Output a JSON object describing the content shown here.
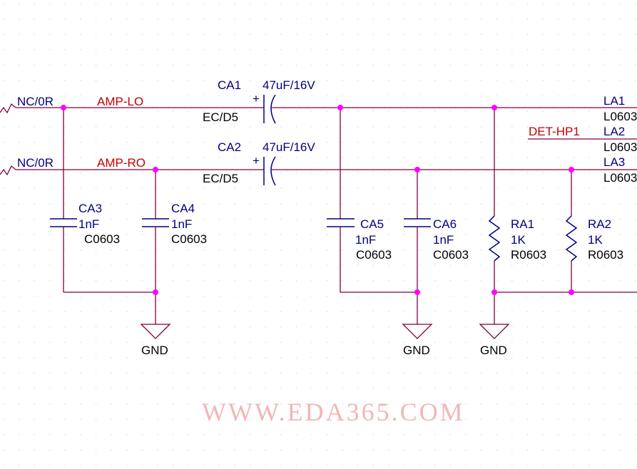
{
  "watermark": "WWW.EDA365.COM",
  "colors": {
    "wire": "#800040",
    "junction": "#ff00ff",
    "refdes": "#000080",
    "net_label": "#c00000"
  },
  "nets": {
    "amp_lo": "AMP-LO",
    "amp_ro": "AMP-RO",
    "det_hp1": "DET-HP1"
  },
  "resistors_in": {
    "r_left_top": "NC/0R",
    "r_left_bottom": "NC/0R"
  },
  "ca1": {
    "ref": "CA1",
    "value": "47uF/16V",
    "footprint": "EC/D5",
    "polarity": "+"
  },
  "ca2": {
    "ref": "CA2",
    "value": "47uF/16V",
    "footprint": "EC/D5",
    "polarity": "+"
  },
  "ca3": {
    "ref": "CA3",
    "value": "1nF",
    "footprint": "C0603"
  },
  "ca4": {
    "ref": "CA4",
    "value": "1nF",
    "footprint": "C0603"
  },
  "ca5": {
    "ref": "CA5",
    "value": "1nF",
    "footprint": "C0603"
  },
  "ca6": {
    "ref": "CA6",
    "value": "1nF",
    "footprint": "C0603"
  },
  "ra1": {
    "ref": "RA1",
    "value": "1K",
    "footprint": "R0603"
  },
  "ra2": {
    "ref": "RA2",
    "value": "1K",
    "footprint": "R0603"
  },
  "la1": {
    "ref": "LA1",
    "footprint": "L0603"
  },
  "la2": {
    "ref": "LA2",
    "footprint": "L0603"
  },
  "la3": {
    "ref": "LA3",
    "footprint": "L0603"
  },
  "gnd": {
    "label": "GND"
  }
}
